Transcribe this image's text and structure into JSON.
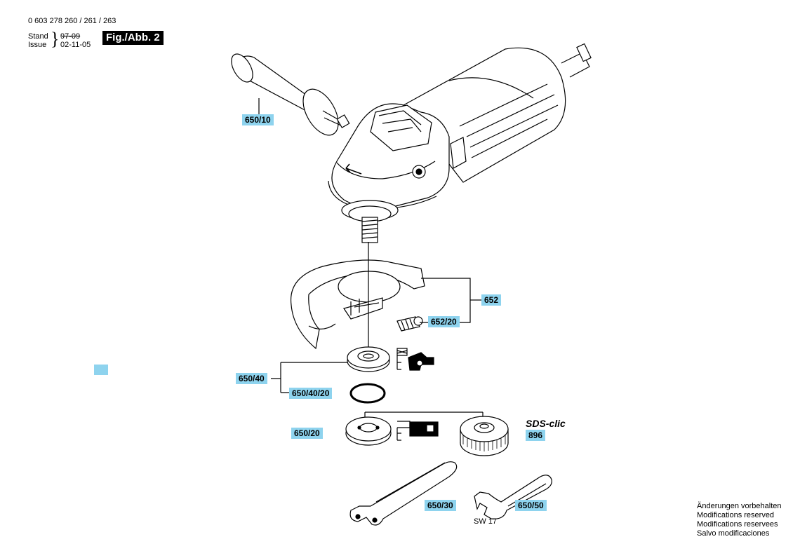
{
  "header": {
    "doc_number": "0 603 278 260 / 261 / 263",
    "stand_label": "Stand",
    "issue_label": "Issue",
    "old_date": "97-09",
    "new_date": "02-11-05",
    "figure": "Fig./Abb. 2"
  },
  "parts": {
    "handle": "650/10",
    "guard": "652",
    "guard_screw": "652/20",
    "flange": "650/40",
    "o_ring": "650/40/20",
    "clamp_nut": "650/20",
    "quick_nut": "896",
    "spanner": "650/30",
    "open_wrench": "650/50"
  },
  "sds_label": "SDS-clic",
  "wrench_size": "SW 17",
  "notes": [
    "Änderungen vorbehalten",
    "Modifications reserved",
    "Modifications reservees",
    "Salvo modificaciones"
  ],
  "colors": {
    "label_bg": "#8ed3ee",
    "badge_bg": "#000000"
  }
}
